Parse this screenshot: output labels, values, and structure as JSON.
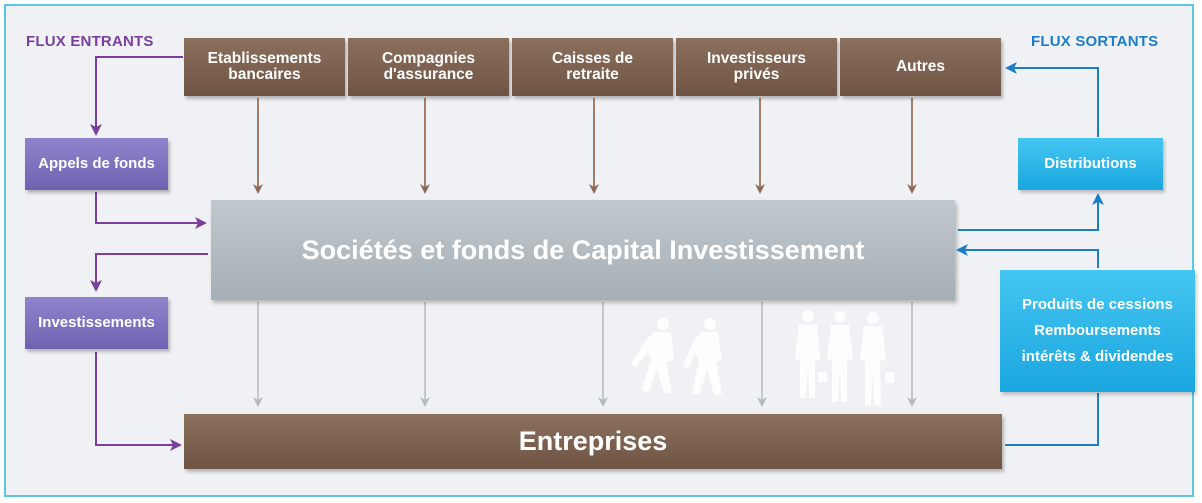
{
  "labels": {
    "flux_entrants": "FLUX ENTRANTS",
    "flux_sortants": "FLUX SORTANTS"
  },
  "investors": [
    {
      "line1": "Etablissements",
      "line2": "bancaires"
    },
    {
      "line1": "Compagnies",
      "line2": "d'assurance"
    },
    {
      "line1": "Caisses de",
      "line2": "retraite"
    },
    {
      "line1": "Investisseurs",
      "line2": "privés"
    },
    {
      "line1": "Autres",
      "line2": ""
    }
  ],
  "left_boxes": {
    "appels": "Appels de fonds",
    "investissements": "Investissements"
  },
  "right_boxes": {
    "distributions": "Distributions",
    "produits": "Produits de cessions",
    "remboursements": "Remboursements",
    "interets": "intérêts & dividendes"
  },
  "center": "Sociétés et fonds de Capital Investissement",
  "bottom": "Entreprises",
  "colors": {
    "brown": "#7b5f4d",
    "purple": "#7a5fb0",
    "blue": "#1b7ec4",
    "gray": "#b3bbc1",
    "border": "#5fc6e0"
  }
}
